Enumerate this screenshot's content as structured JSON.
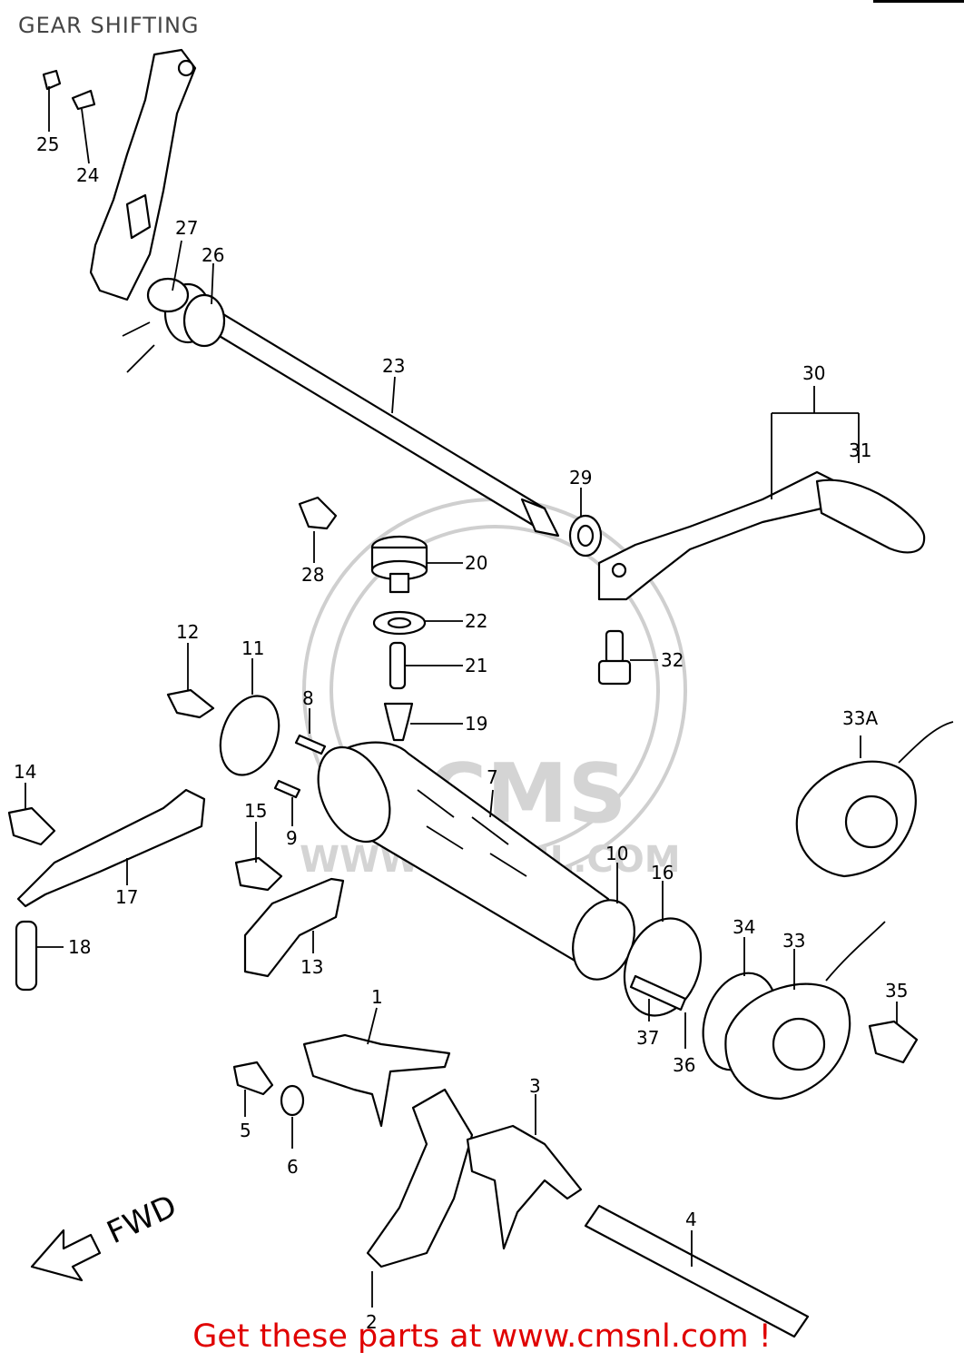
{
  "title": "GEAR SHIFTING",
  "footer": "Get these parts at www.cmsnl.com !",
  "watermark": {
    "brand": "CMS",
    "site": "WWW.CMSNL.COM"
  },
  "colors": {
    "footer": "#e00000",
    "title": "#444444"
  },
  "callouts": {
    "c1": "1",
    "c2": "2",
    "c3": "3",
    "c4": "4",
    "c5": "5",
    "c6": "6",
    "c7": "7",
    "c8": "8",
    "c9": "9",
    "c10": "10",
    "c11": "11",
    "c12": "12",
    "c13": "13",
    "c14": "14",
    "c15": "15",
    "c16": "16",
    "c17": "17",
    "c18": "18",
    "c19": "19",
    "c20": "20",
    "c21": "21",
    "c22": "22",
    "c23": "23",
    "c24": "24",
    "c25": "25",
    "c26": "26",
    "c27": "27",
    "c28": "28",
    "c29": "29",
    "c30": "30",
    "c31": "31",
    "c32": "32",
    "c33": "33",
    "c33a": "33A",
    "c34": "34",
    "c35": "35",
    "c36": "36",
    "c37": "37"
  },
  "direction_marker": "FWD"
}
